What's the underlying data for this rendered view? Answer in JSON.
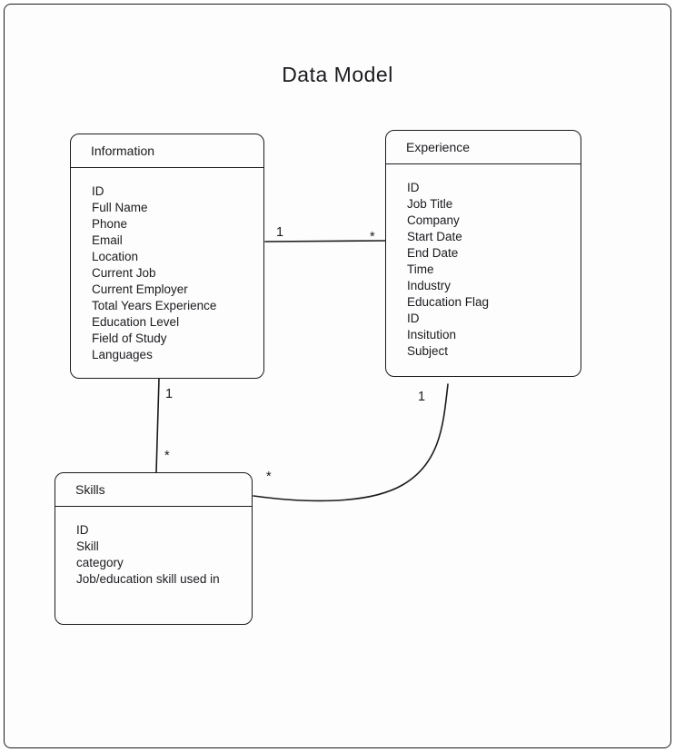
{
  "title": "Data Model",
  "entities": [
    {
      "name": "Information",
      "fields": [
        "ID",
        "Full Name",
        "Phone",
        "Email",
        "Location",
        "Current Job",
        "Current Employer",
        "Total Years Experience",
        "Education Level",
        "Field of Study",
        "Languages"
      ]
    },
    {
      "name": "Experience",
      "fields": [
        "ID",
        "Job Title",
        "Company",
        "Start Date",
        "End Date",
        "Time",
        "Industry",
        "Education Flag",
        "ID",
        "Insitution",
        "Subject"
      ]
    },
    {
      "name": "Skills",
      "fields": [
        "ID",
        "Skill",
        "category",
        "Job/education skill used in"
      ]
    }
  ],
  "relationships": [
    {
      "from": "Information",
      "to": "Experience",
      "from_cardinality": "1",
      "to_cardinality": "*"
    },
    {
      "from": "Information",
      "to": "Skills",
      "from_cardinality": "1",
      "to_cardinality": "*"
    },
    {
      "from": "Experience",
      "to": "Skills",
      "from_cardinality": "1",
      "to_cardinality": "*"
    }
  ],
  "colors": {
    "stroke": "#1b1b1f",
    "background": "#fdfdfd"
  }
}
